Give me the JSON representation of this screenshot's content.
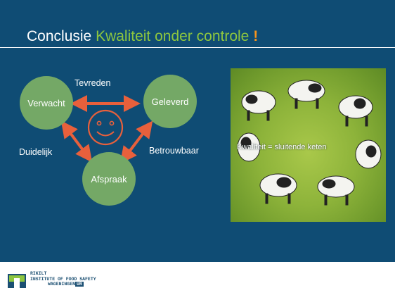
{
  "slide": {
    "title_main": "Conclusie ",
    "title_accent": "Kwaliteit onder controle ",
    "title_excl": "!",
    "colors": {
      "background": "#0f4c74",
      "accent": "#8dc63f",
      "circle": "#74a866",
      "arrow": "#e8603c",
      "smiley": "#e8603c"
    }
  },
  "diagram": {
    "nodes": {
      "verwacht": "Verwacht",
      "geleverd": "Geleverd",
      "afspraak": "Afspraak"
    },
    "labels": {
      "tevreden": "Tevreden",
      "duidelijk": "Duidelijk",
      "betrouwbaar": "Betrouwbaar"
    },
    "center_icon": "smiley-icon"
  },
  "photo": {
    "caption": "Kwaliteit = sluitende keten",
    "subject": "cows-in-circle-photo"
  },
  "footer": {
    "line1": "RIKILT",
    "line2": "INSTITUTE OF FOOD SAFETY",
    "line3": "WAGENINGEN",
    "line3_badge": "UR"
  }
}
